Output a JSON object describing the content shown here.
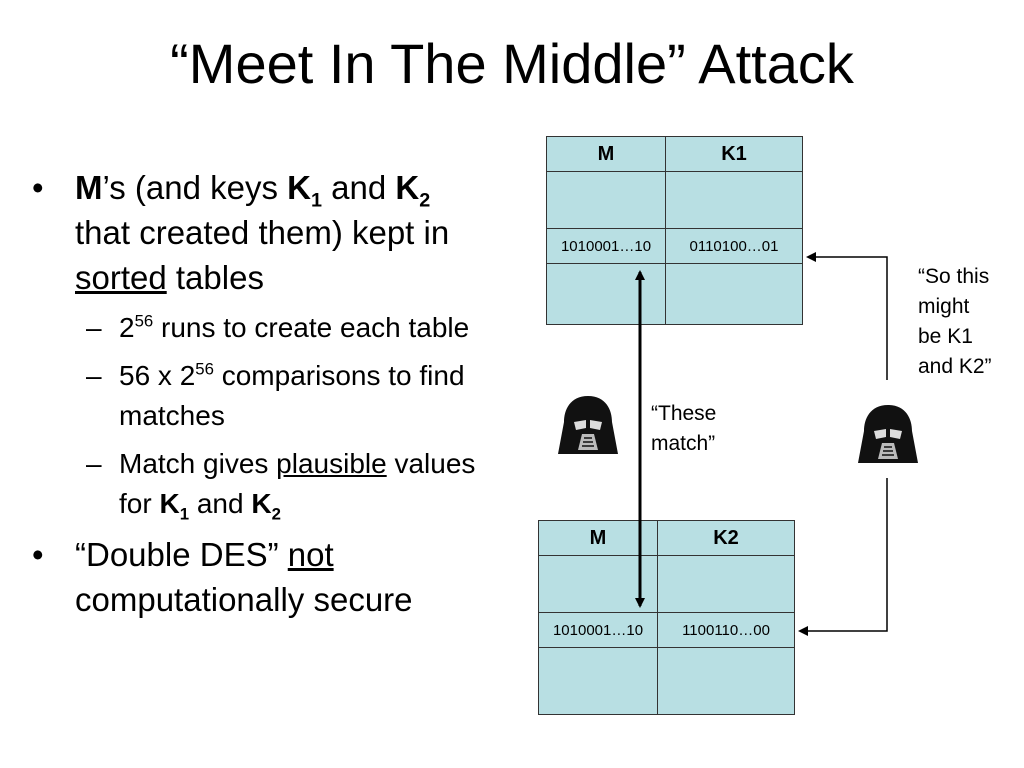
{
  "title": "“Meet In The Middle” Attack",
  "bullets": {
    "b1": {
      "m": "M",
      "text1": "’s (and keys ",
      "k": "K",
      "sub1": "1",
      "text2": " and ",
      "k2": "K",
      "sub2": "2",
      "text3": " that created them) kept in ",
      "sorted": "sorted",
      "text4": " tables"
    },
    "s1": {
      "base": "2",
      "exp": "56",
      "text": " runs to create each table"
    },
    "s2": {
      "pre": "56 x 2",
      "exp": "56",
      "text": " comparisons to find matches"
    },
    "s3": {
      "text1": "Match gives ",
      "plausible": "plausible",
      "text2": " values for ",
      "k": "K",
      "sub1": "1",
      "and": " and ",
      "k2": "K",
      "sub2": "2"
    },
    "b2": {
      "text1": "“Double DES” ",
      "not": "not",
      "text2": " computationally secure"
    }
  },
  "table1": {
    "headers": [
      "M",
      "K1"
    ],
    "match_row": [
      "1010001…10",
      "0110100…01"
    ]
  },
  "table2": {
    "headers": [
      "M",
      "K2"
    ],
    "match_row": [
      "1010001…10",
      "1100110…00"
    ]
  },
  "notes": {
    "these_match": [
      "“These",
      "match”"
    ],
    "so_this": [
      "“So this",
      "might",
      "be K1",
      "and K2”"
    ]
  },
  "colors": {
    "table_fill": "#b8dfe3",
    "border": "#333333"
  },
  "icons": [
    "darth-vader-icon",
    "darth-vader-icon"
  ]
}
